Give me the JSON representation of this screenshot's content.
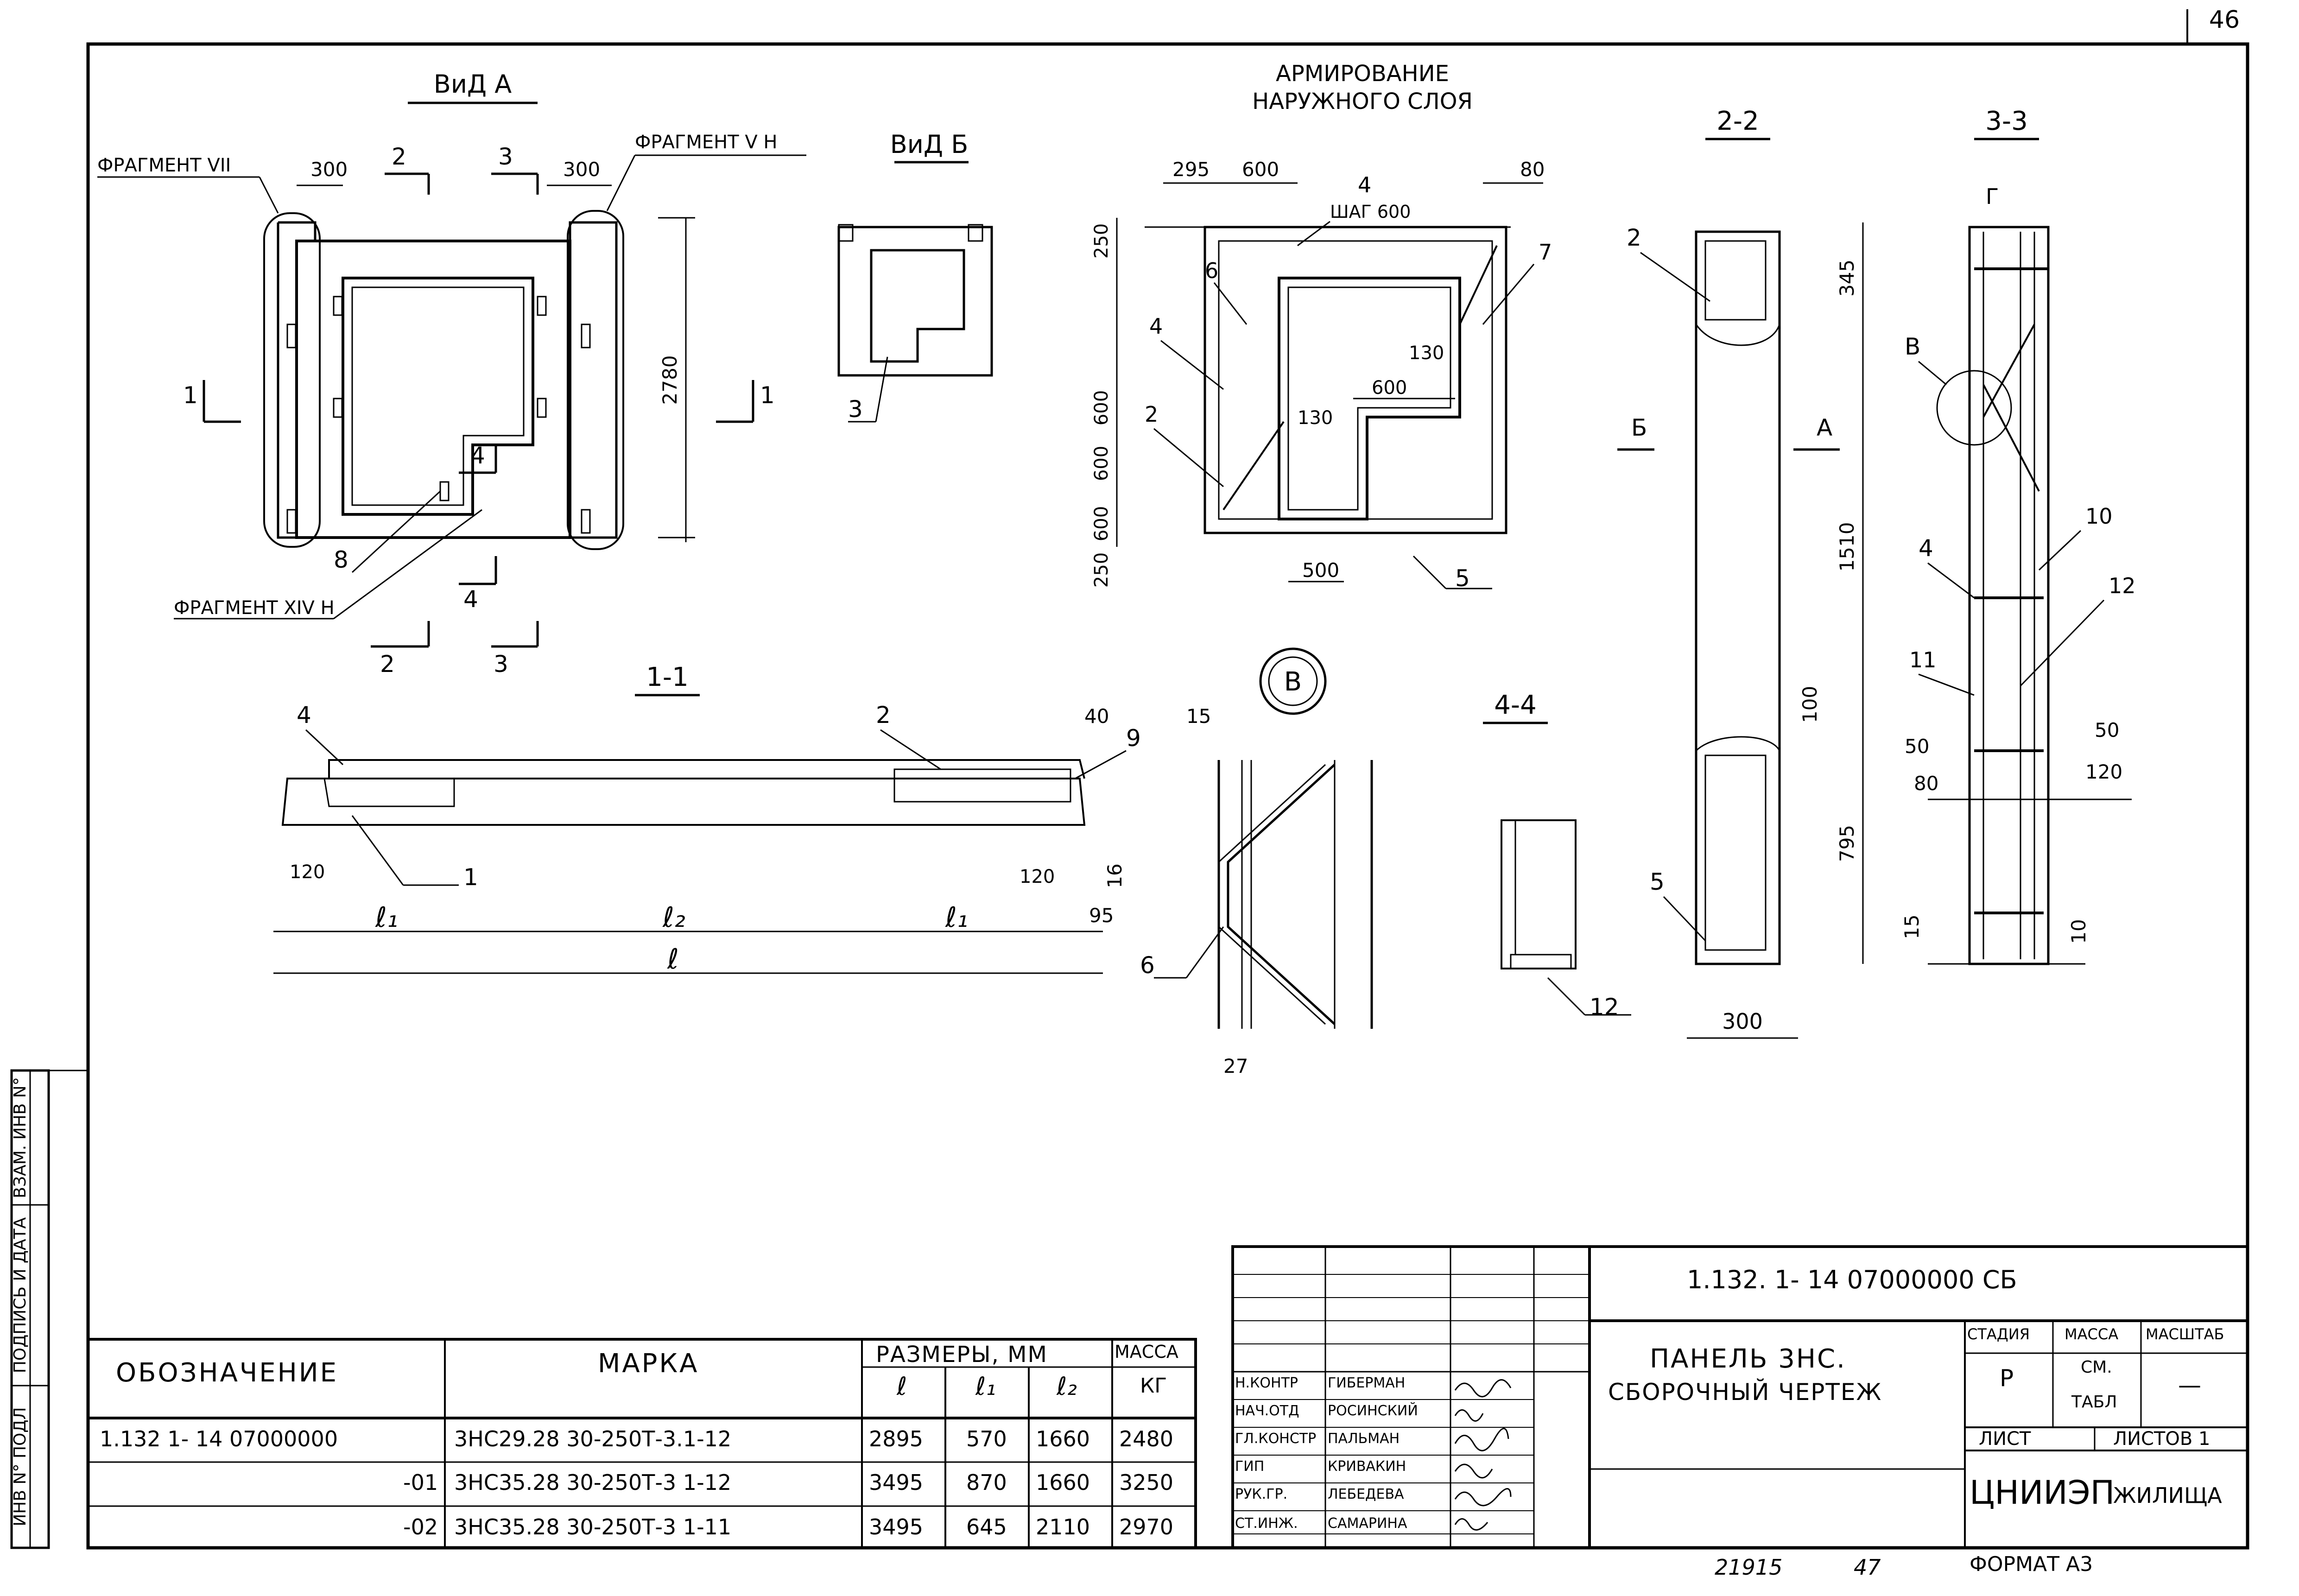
{
  "sheet_number": "46",
  "views": {
    "vid_a": "ВиД А",
    "vid_b": "ВиД Б",
    "reinforcement_title_1": "АРМИРОВАНИЕ",
    "reinforcement_title_2": "НАРУЖНОГО СЛОЯ",
    "sec_1_1": "1-1",
    "sec_2_2": "2-2",
    "sec_3_3": "3-3",
    "sec_4_4": "4-4",
    "detail_b": "В"
  },
  "fragments": {
    "frag_vii": "ФРАГМЕНТ VII",
    "frag_vh": "ФРАГМЕНТ V Н",
    "frag_xivh": "ФРАГМЕНТ XIV Н"
  },
  "vid_a_dims": {
    "d300a": "300",
    "d300b": "300",
    "d2780": "2780",
    "c2": "2",
    "c3": "3",
    "c1": "1",
    "c4": "4",
    "c8": "8",
    "c2b": "2",
    "c3b": "3",
    "c4b": "4",
    "c1b": "1",
    "c1r": "1"
  },
  "vid_b_dims": {
    "c3": "3"
  },
  "arm_dims": {
    "d295": "295",
    "d600": "600",
    "d4": "4",
    "step": "ШАГ 600",
    "d80": "80",
    "d250": "250",
    "d6": "6",
    "d7": "7",
    "d4b": "4",
    "d130a": "130",
    "d600b": "600",
    "d600c": "600",
    "d2": "2",
    "d130b": "130",
    "d600d": "600",
    "d600e": "600",
    "d250b": "250",
    "d500": "500",
    "d5": "5"
  },
  "s22_dims": {
    "c2": "2",
    "d345": "345",
    "lb": "Б",
    "la": "А",
    "d1510": "1510",
    "d100": "100",
    "d795": "795",
    "c5": "5",
    "d300": "300"
  },
  "s33_dims": {
    "cr": "Г",
    "cb": "В",
    "c4": "4",
    "c10": "10",
    "c12": "12",
    "c11": "11",
    "d50a": "50",
    "d50b": "50",
    "d80": "80",
    "d120": "120",
    "d15": "15",
    "d10": "10"
  },
  "s11_dims": {
    "c4": "4",
    "c2": "2",
    "d40": "40",
    "c9": "9",
    "c1": "1",
    "d120a": "120",
    "d120b": "120",
    "d16": "16",
    "l1a": "ℓ₁",
    "l2": "ℓ₂",
    "l1b": "ℓ₁",
    "d95": "95",
    "l": "ℓ"
  },
  "detail_b_dims": {
    "d15": "15",
    "c6": "6",
    "d27": "27"
  },
  "s44_dims": {
    "c12": "12"
  },
  "spec_table": {
    "h_designation": "ОБОЗНАЧЕНИЕ",
    "h_mark": "МАРКА",
    "h_sizes": "РАЗМЕРЫ, ММ",
    "h_mass": "МАССА",
    "h_l": "ℓ",
    "h_l1": "ℓ₁",
    "h_l2": "ℓ₂",
    "h_kg": "КГ",
    "rows": [
      {
        "designation": "1.132 1- 14   07000000",
        "mark": "3НС29.28 30-250Т-3.1-12",
        "l": "2895",
        "l1": "570",
        "l2": "1660",
        "mass": "2480"
      },
      {
        "designation": "-01",
        "mark": "3НС35.28 30-250Т-3 1-12",
        "l": "3495",
        "l1": "870",
        "l2": "1660",
        "mass": "3250"
      },
      {
        "designation": "-02",
        "mark": "3НС35.28 30-250Т-3 1-11",
        "l": "3495",
        "l1": "645",
        "l2": "2110",
        "mass": "2970"
      }
    ]
  },
  "side_stamp": {
    "inv_podl": "ИНВ N° ПОДЛ",
    "podpis": "ПОДПИСЬ И ДАТА",
    "vzam": "ВЗАМ. ИНВ N°"
  },
  "title_block": {
    "doc_code": "1.132. 1- 14   07000000 СБ",
    "title_line1": "ПАНЕЛЬ 3НС.",
    "title_line2": "СБОРОЧНЫЙ ЧЕРТЕЖ",
    "stage_h": "СТАДИЯ",
    "mass_h": "МАССА",
    "scale_h": "МАСШТАБ",
    "stage": "Р",
    "mass_1": "СМ.",
    "mass_2": "ТАБЛ",
    "scale": "—",
    "sheet": "ЛИСТ",
    "sheets": "ЛИСТОВ 1",
    "org": "ЦНИИЭП",
    "org2": "ЖИЛИЩА",
    "staff": [
      {
        "role": "Н.КОНТР",
        "name": "ГИБЕРМАН"
      },
      {
        "role": "НАЧ.ОТД",
        "name": "РОСИНСКИЙ"
      },
      {
        "role": "ГЛ.КОНСТР",
        "name": "ПАЛЬМАН"
      },
      {
        "role": "ГИП",
        "name": "КРИВАКИН"
      },
      {
        "role": "РУК.ГР.",
        "name": "ЛЕБЕДЕВА"
      },
      {
        "role": "СТ.ИНЖ.",
        "name": "САМАРИНА"
      }
    ]
  },
  "footer": {
    "num_left": "21915",
    "num_mid": "47",
    "format": "ФОРМАТ А3"
  }
}
